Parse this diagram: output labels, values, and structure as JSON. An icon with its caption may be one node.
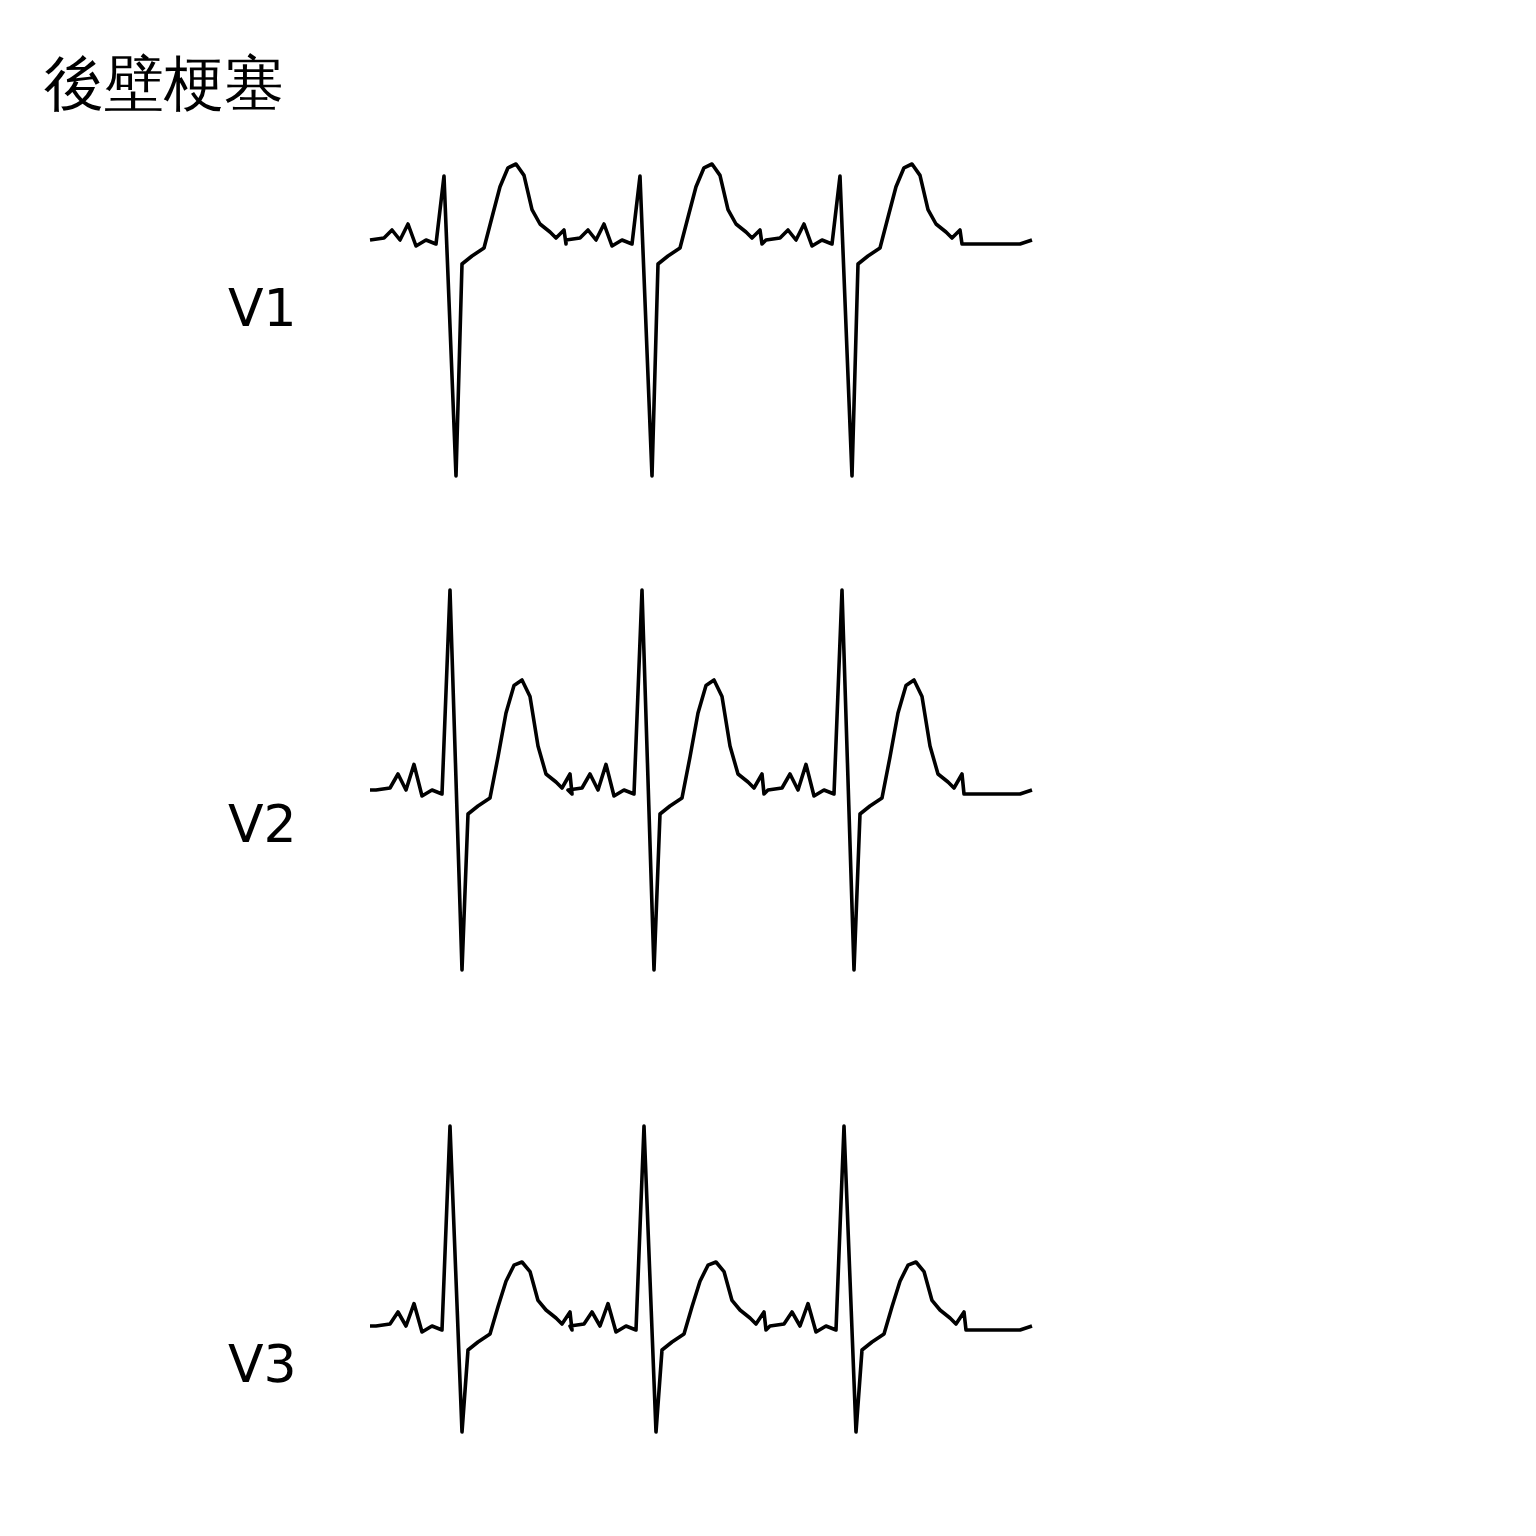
{
  "diagram": {
    "title": "後壁梗塞",
    "labels": [
      "V1",
      "V2",
      "V3"
    ]
  }
}
